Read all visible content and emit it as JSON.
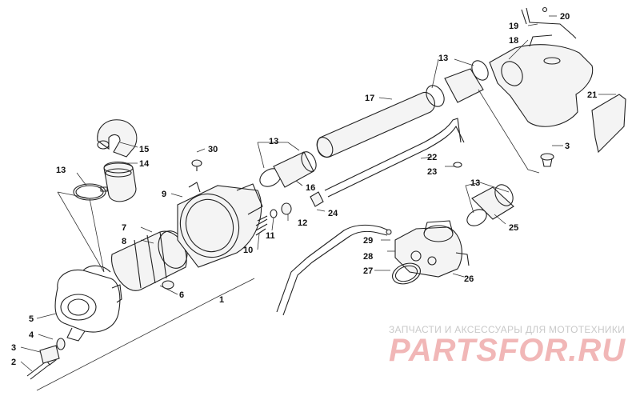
{
  "callouts": {
    "n1": "1",
    "n2": "2",
    "n3a": "3",
    "n3b": "3",
    "n4": "4",
    "n5": "5",
    "n6": "6",
    "n7": "7",
    "n8": "8",
    "n9": "9",
    "n10": "10",
    "n11": "11",
    "n12": "12",
    "n13a": "13",
    "n13b": "13",
    "n13c": "13",
    "n13d": "13",
    "n14": "14",
    "n15": "15",
    "n16": "16",
    "n17": "17",
    "n18": "18",
    "n19": "19",
    "n20": "20",
    "n21": "21",
    "n22": "22",
    "n23": "23",
    "n24": "24",
    "n25": "25",
    "n26": "26",
    "n27": "27",
    "n28": "28",
    "n29": "29",
    "n30": "30"
  },
  "watermark": {
    "tagline": "ЗАПЧАСТИ И АКСЕССУАРЫ ДЛЯ МОТОТЕХНИКИ",
    "logo": "PARTSFOR.RU"
  }
}
